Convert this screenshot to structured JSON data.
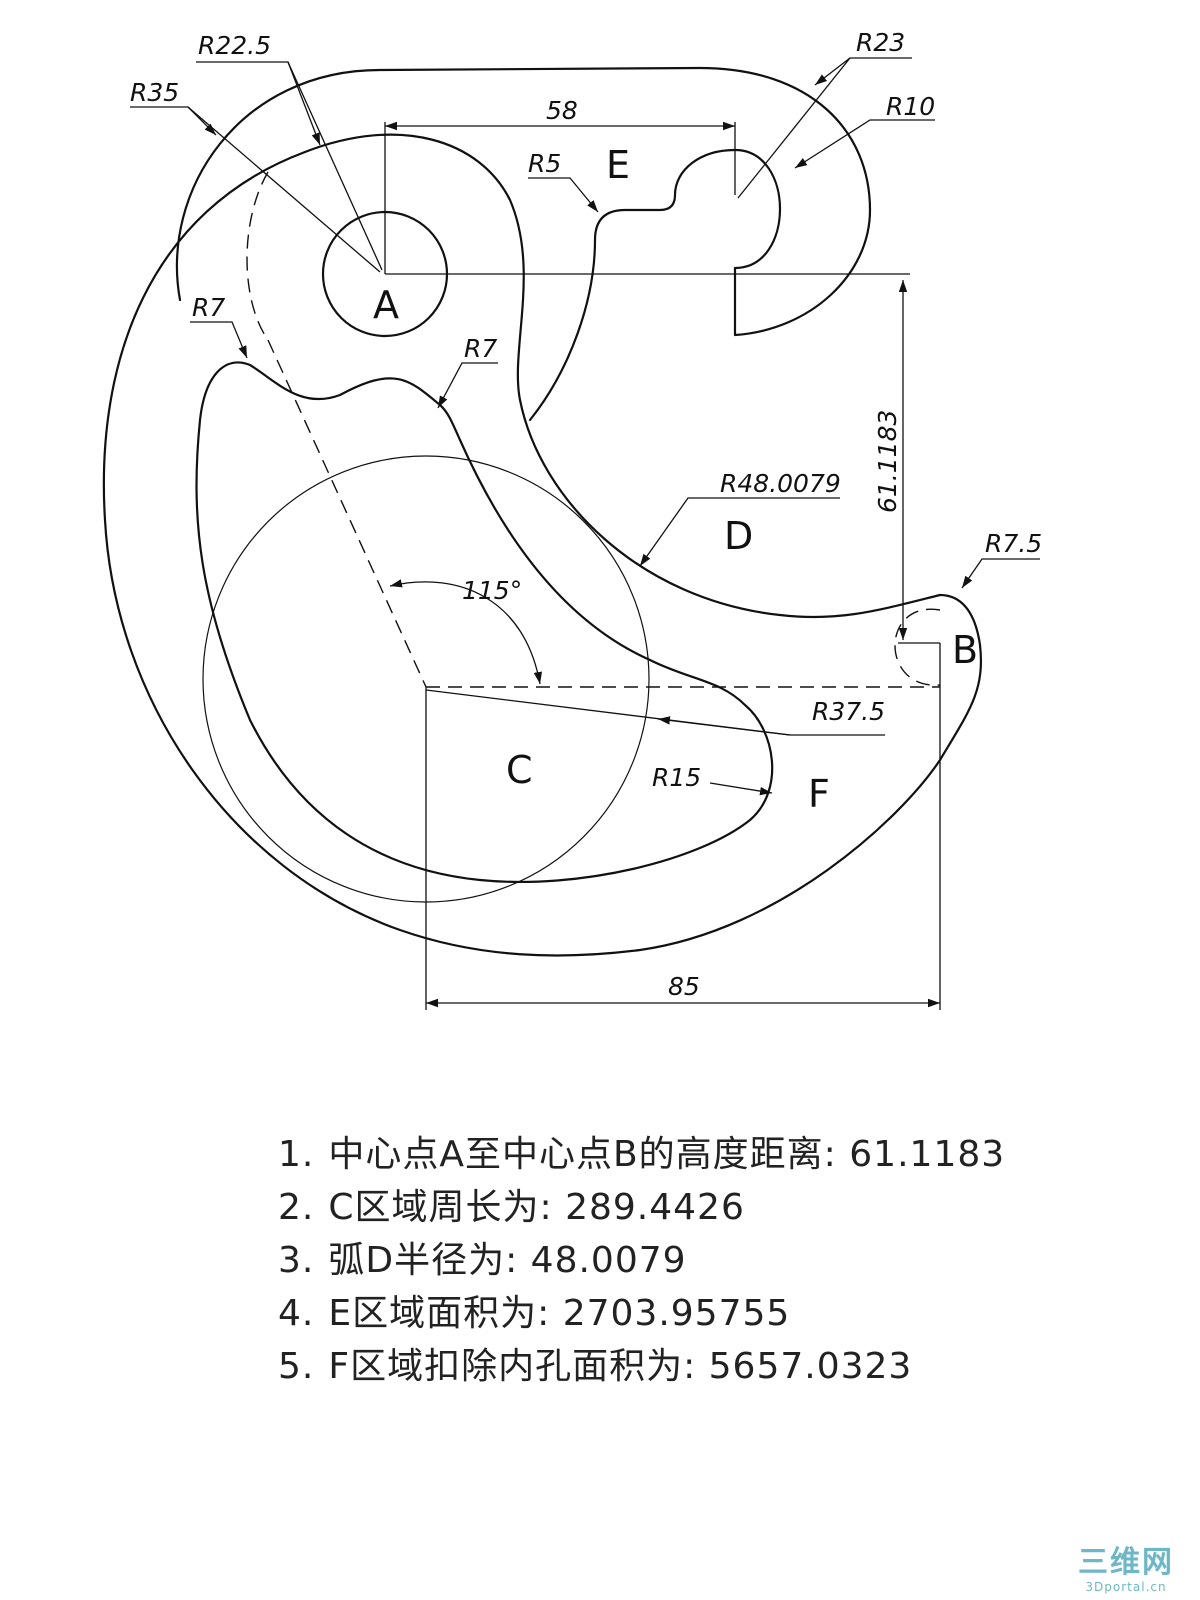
{
  "dimensions": {
    "r22_5": "R22.5",
    "r35": "R35",
    "d58": "58",
    "r5": "R5",
    "r23": "R23",
    "r10": "R10",
    "r7_left": "R7",
    "r7_mid": "R7",
    "d61": "61.1183",
    "r48": "R48.0079",
    "r7_5": "R7.5",
    "angle115": "115°",
    "r37_5": "R37.5",
    "r15": "R15",
    "d85": "85"
  },
  "zones": {
    "a": "A",
    "b": "B",
    "c": "C",
    "d": "D",
    "e": "E",
    "f": "F"
  },
  "notes": [
    {
      "num": "1.",
      "label": "中心点A至中心点B的高度距离:",
      "value": "61.1183"
    },
    {
      "num": "2.",
      "label": "C区域周长为:",
      "value": "289.4426"
    },
    {
      "num": "3.",
      "label": "弧D半径为:",
      "value": "48.0079"
    },
    {
      "num": "4.",
      "label": "E区域面积为:",
      "value": "2703.95755"
    },
    {
      "num": "5.",
      "label": "F区域扣除内孔面积为:",
      "value": "5657.0323"
    }
  ],
  "watermark": {
    "brand": "三维网",
    "domain": "3Dportal.cn"
  },
  "colors": {
    "line": "#111111",
    "watermark": "#6db8c8"
  }
}
